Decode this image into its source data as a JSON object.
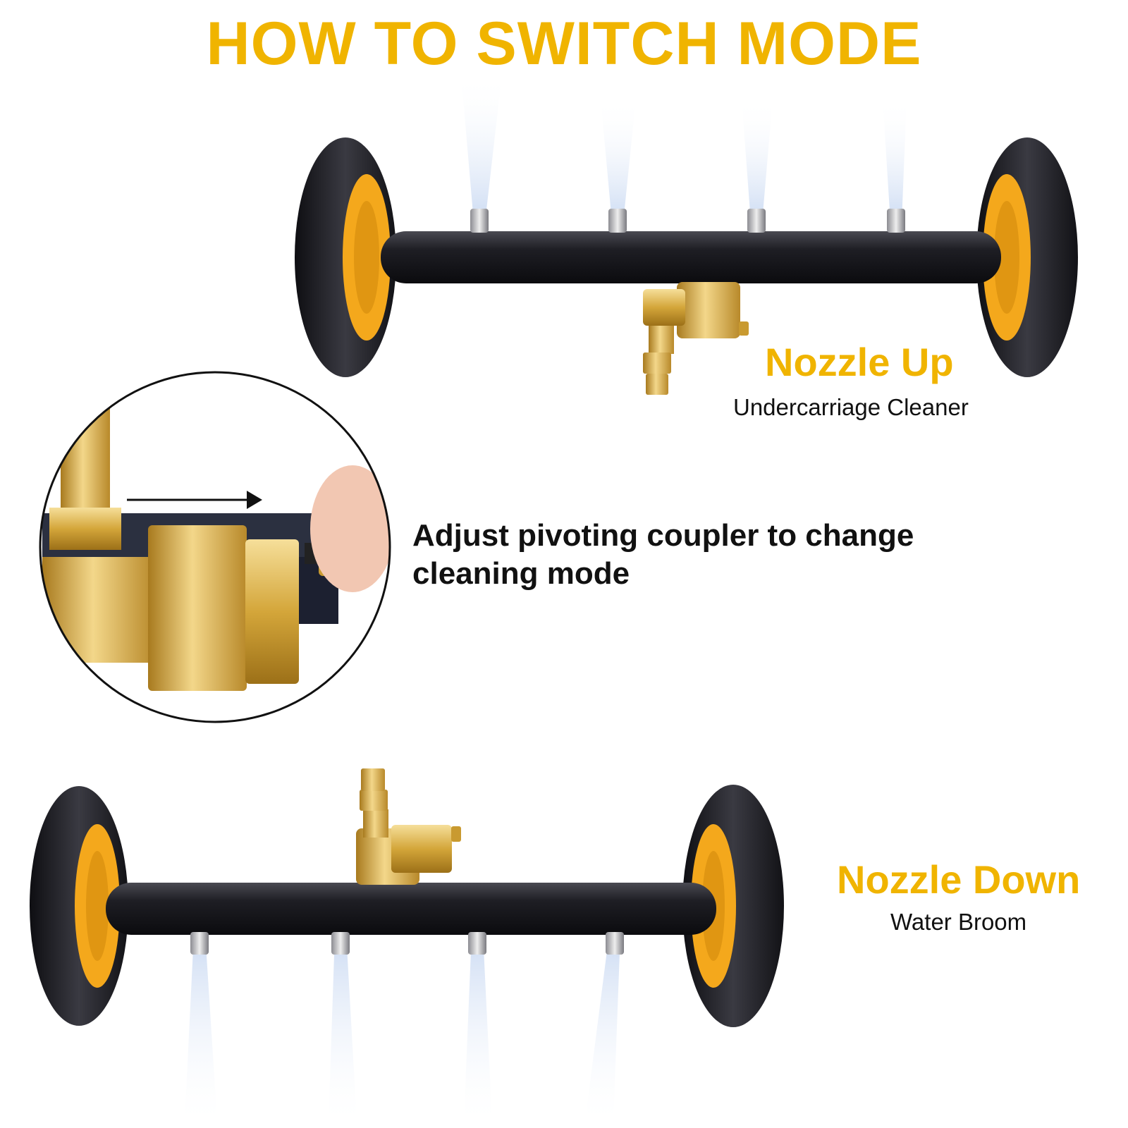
{
  "title": "HOW TO SWITCH MODE",
  "modes": [
    {
      "name": "Nozzle Up",
      "description": "Undercarriage Cleaner"
    },
    {
      "name": "Nozzle Down",
      "description": "Water Broom"
    }
  ],
  "instruction": "Adjust pivoting coupler to change cleaning mode",
  "colors": {
    "accent": "#f0b400",
    "bar": "#1d1d22",
    "brass": "#d4a63a",
    "wheel_hub": "#f4a81c"
  },
  "icons": [
    "arrow-right-icon"
  ]
}
